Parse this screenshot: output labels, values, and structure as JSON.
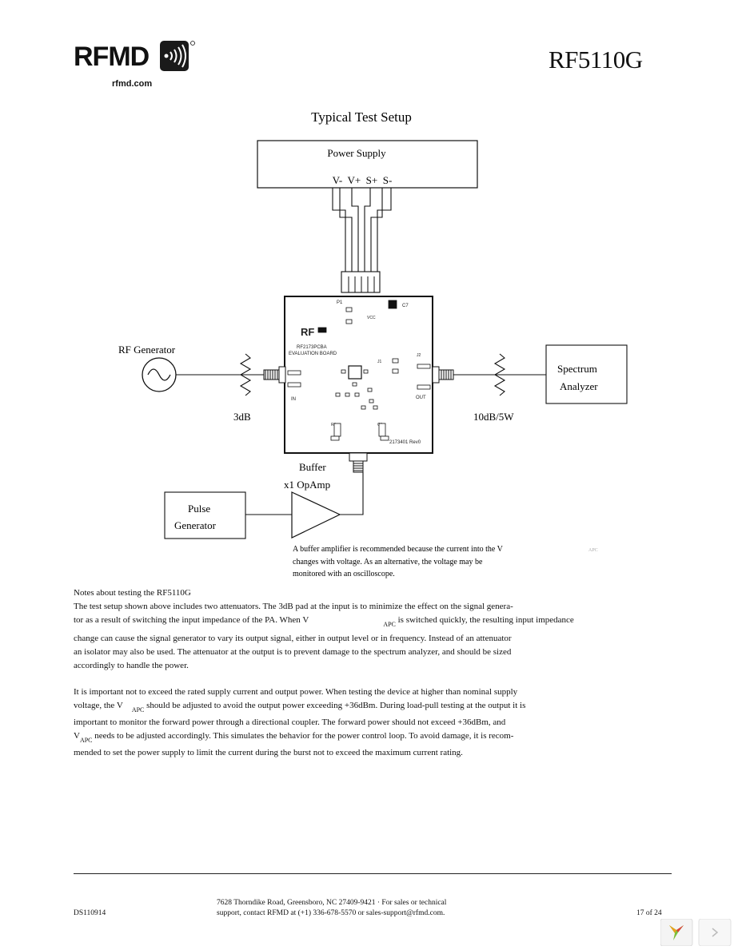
{
  "header": {
    "logo_text": "RFMD",
    "logo_url": "rfmd.com",
    "part_number": "RF5110G"
  },
  "figure": {
    "title": "Typical Test Setup",
    "power_supply": {
      "label": "Power Supply",
      "terminals": "V-  V+  S+  S-"
    },
    "rf_generator": "RF Generator",
    "attenuator_in": "3dB",
    "attenuator_out": "10dB/5W",
    "spectrum_line1": "Spectrum",
    "spectrum_line2": "Analyzer",
    "buffer_line1": "Buffer",
    "buffer_line2": "x1 OpAmp",
    "pulse_line1": "Pulse",
    "pulse_line2": "Generator",
    "board": {
      "name": "RF",
      "title1": "RF2173PCBA",
      "title2": "EVALUATION BOARD",
      "p1": "P1",
      "c7": "C7",
      "vcc": "VCC",
      "rfin": "IN",
      "rfout": "OUT",
      "j1": "J1",
      "j2": "J2",
      "fab": "2173401 Rev0",
      "r1": "R1",
      "c1": "C1"
    },
    "caption_line1": "A buffer amplifier is recommended because the current into the V",
    "caption_sub": "APC",
    "caption_line2": "changes with voltage. As an alternative, the voltage may be",
    "caption_line3": "monitored with an oscilloscope."
  },
  "notes": {
    "heading": "Notes about testing the RF5110G",
    "p1_l1": "The test setup shown above includes two attenuators. The 3dB pad at the input is to minimize the effect on the signal genera-",
    "p1_l2a": "tor as a result of switching the input impedance of the PA. When V",
    "p1_l2sub": "APC",
    "p1_l2b": " is switched quickly, the resulting input impedance",
    "p1_l3": "change can cause the signal generator to vary its output signal, either in output level or in frequency. Instead of an attenuator",
    "p1_l4": "an isolator may also be used. The attenuator at the output is to prevent damage to the spectrum analyzer, and should be sized",
    "p1_l5": "accordingly to handle the power.",
    "p2_l1": "It is important not to exceed the rated supply current and output power. When testing the device at higher than nominal supply",
    "p2_l2a": "voltage, the V",
    "p2_l2sub": "APC",
    "p2_l2b": " should be adjusted to avoid the output power exceeding +36dBm. During load-pull testing at the output it is",
    "p2_l3": "important to monitor the forward power through a directional coupler. The forward power should not exceed +36dBm, and",
    "p2_l4a": "V",
    "p2_l4sub": "APC",
    "p2_l4b": " needs to be adjusted accordingly. This simulates the behavior for the power control loop. To avoid damage, it is recom-",
    "p2_l5": "mended to set the power supply to limit the current during the burst not to exceed the maximum current rating."
  },
  "footer": {
    "address_line1": "7628 Thorndike Road, Greensboro, NC  27409-9421 · For sales or technical",
    "address_line2": "support, contact RFMD at (+1) 336-678-5570 or sales-support@rfmd.com.",
    "doc_number": "DS110914",
    "page": "17 of 24"
  }
}
